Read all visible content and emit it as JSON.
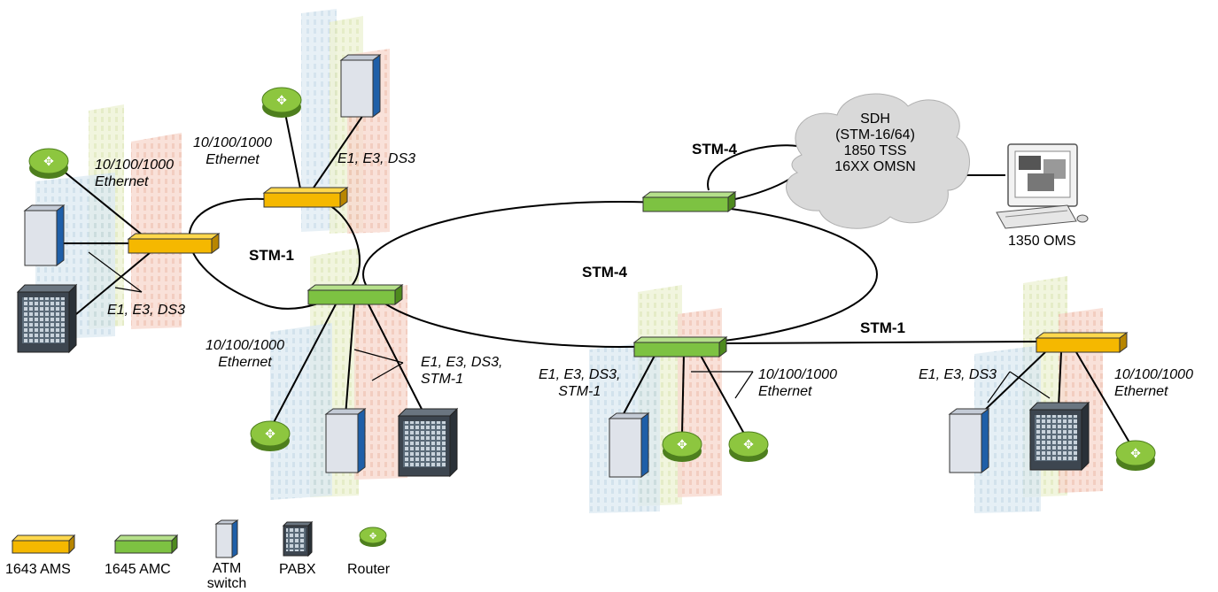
{
  "colors": {
    "ams": "#f5b800",
    "amc": "#7dc242",
    "router": "#8dc63f",
    "link": "#000000",
    "cloud": "#d9d9d9"
  },
  "links": {
    "stm1_left": "STM-1",
    "stm4_top": "STM-4",
    "stm4_ring": "STM-4",
    "stm1_right": "STM-1"
  },
  "cloud": {
    "line1": "SDH",
    "line2": "(STM-16/64)",
    "line3": "1850 TSS",
    "line4": "16XX OMSN"
  },
  "oms_label": "1350 OMS",
  "sites": {
    "top": {
      "eth_line1": "10/100/1000",
      "eth_line2": "Ethernet",
      "tdm": "E1, E3, DS3"
    },
    "left": {
      "eth_line1": "10/100/1000",
      "eth_line2": "Ethernet",
      "tdm": "E1, E3, DS3"
    },
    "mid": {
      "eth_line1": "10/100/1000",
      "eth_line2": "Ethernet",
      "tdm_line1": "E1, E3, DS3,",
      "tdm_line2": "STM-1"
    },
    "center": {
      "tdm_line1": "E1, E3, DS3,",
      "tdm_line2": "STM-1",
      "eth_line1": "10/100/1000",
      "eth_line2": "Ethernet"
    },
    "right": {
      "tdm": "E1, E3, DS3",
      "eth_line1": "10/100/1000",
      "eth_line2": "Ethernet"
    }
  },
  "legend": {
    "ams": "1643 AMS",
    "amc": "1645 AMC",
    "atm_line1": "ATM",
    "atm_line2": "switch",
    "pabx": "PABX",
    "router": "Router"
  }
}
